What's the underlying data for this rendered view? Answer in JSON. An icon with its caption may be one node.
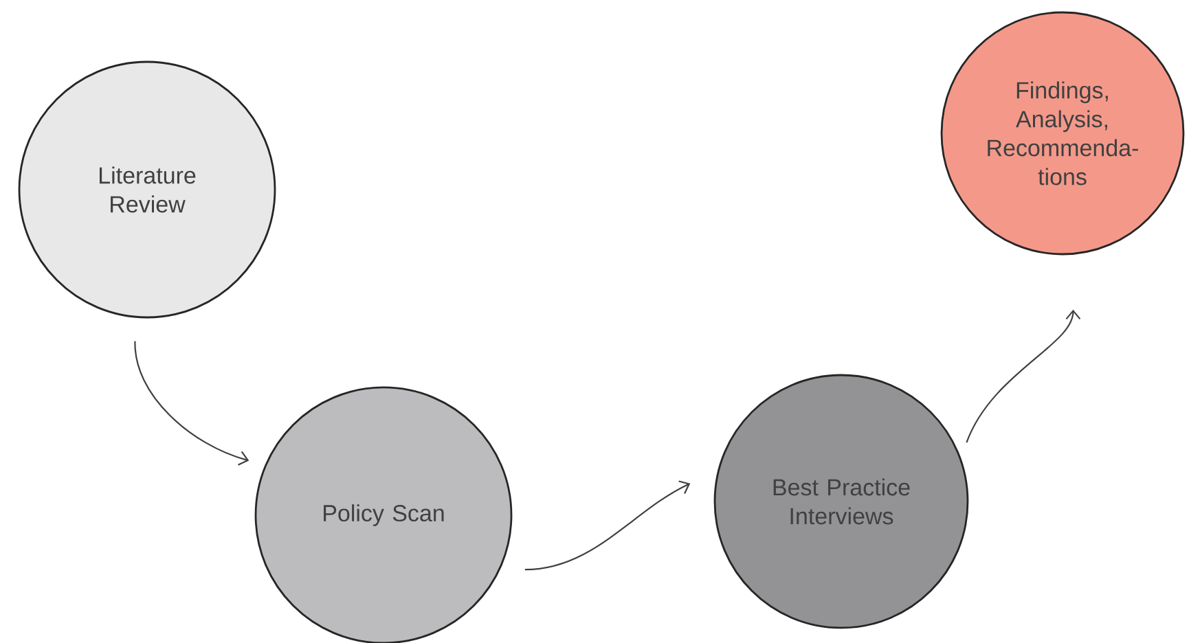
{
  "diagram": {
    "nodes": [
      {
        "text": [
          "Literature Review"
        ]
      },
      {
        "text": [
          "Policy Scan"
        ]
      },
      {
        "text": [
          "Best Practice Interviews"
        ]
      },
      {
        "text": [
          "Findings, Analysis, Recommenda- tions"
        ]
      }
    ],
    "edges": [
      {
        "from": 0,
        "to": 1,
        "arrow": "to"
      },
      {
        "from": 1,
        "to": 2,
        "arrow": "to"
      },
      {
        "from": 2,
        "to": 3,
        "arrow": "to"
      }
    ]
  }
}
